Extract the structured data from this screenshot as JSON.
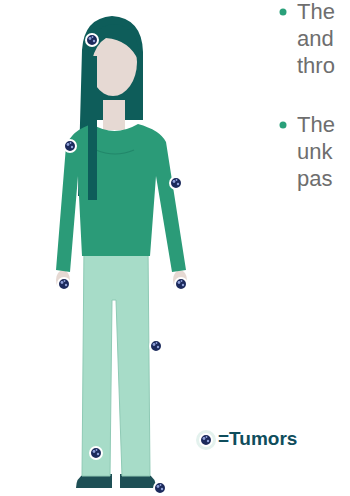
{
  "diagram": {
    "labels": [
      "The and thro",
      "The unk pas"
    ],
    "legend": [
      {
        "text": "=Tumors"
      }
    ]
  }
}
